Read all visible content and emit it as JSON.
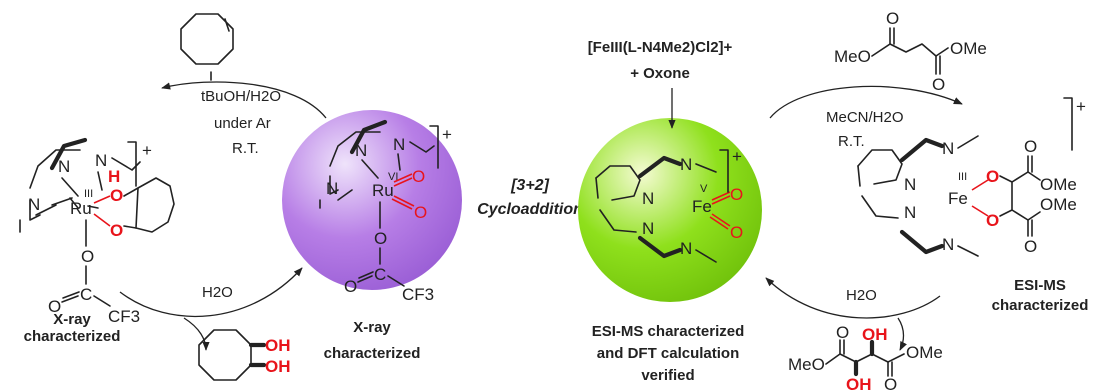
{
  "left_cycle": {
    "reagent_top": "tBuOH/H2O",
    "reagent_mid": "under Ar",
    "reagent_rt": "R.T.",
    "water": "H2O"
  },
  "ru_iii_complex": {
    "n_atoms": [
      "N",
      "N",
      "N"
    ],
    "metal": "Ru",
    "ox_state": "III",
    "h_label": "H",
    "oxygens": [
      "O",
      "O"
    ],
    "lower_o": "O",
    "ester_c": "C",
    "ester_o": "O",
    "cf3": "CF3",
    "charge": "+",
    "caption_1": "X-ray",
    "caption_2": "characterized"
  },
  "diol_product": {
    "oh_top": "OH",
    "oh_bottom": "OH"
  },
  "ru_vi_sphere": {
    "n_atoms": [
      "N",
      "N",
      "N"
    ],
    "metal": "Ru",
    "ox_state": "VI",
    "oxo_1": "O",
    "oxo_2": "O",
    "lower_o": "O",
    "ester_c": "C",
    "ester_o": "O",
    "cf3": "CF3",
    "charge": "+",
    "color": "#b77ee6",
    "caption_1": "X-ray",
    "caption_2": "characterized"
  },
  "center_label": {
    "line1": "[3+2]",
    "line2": "Cycloaddition"
  },
  "fe_v_sphere": {
    "precursor": "[FeIII(L-N4Me2)Cl2]+",
    "oxidant": "+ Oxone",
    "n_atoms": [
      "N",
      "N",
      "N",
      "N"
    ],
    "metal": "Fe",
    "ox_state": "V",
    "oxo_1": "O",
    "oxo_2": "O",
    "charge": "+",
    "color": "#8fe01c",
    "caption_1": "ESI-MS characterized",
    "caption_2": "and DFT calculation",
    "caption_3": "verified"
  },
  "right_cycle": {
    "reagent_1": "MeCN/H2O",
    "reagent_2": "R.T.",
    "water": "H2O"
  },
  "fumarate": {
    "o_top": "O",
    "o_bottom": "O",
    "meo": "MeO",
    "ome": "OMe"
  },
  "fe_iii_complex": {
    "n_atoms": [
      "N",
      "N",
      "N",
      "N"
    ],
    "metal": "Fe",
    "ox_state": "III",
    "oxygens": [
      "O",
      "O"
    ],
    "carbonyl_o": [
      "O",
      "O"
    ],
    "ome": [
      "OMe",
      "OMe"
    ],
    "charge": "+",
    "caption_1": "ESI-MS",
    "caption_2": "characterized"
  },
  "tartrate": {
    "o_1": "O",
    "o_2": "O",
    "oh_top": "OH",
    "oh_bottom": "OH",
    "meo": "MeO",
    "ome": "OMe"
  }
}
